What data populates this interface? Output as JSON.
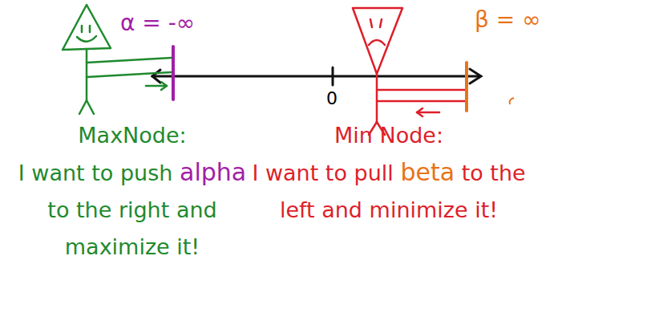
{
  "diagram": {
    "labels": [
      "α = -∞",
      "β = ∞",
      "0",
      "MaxNode:",
      "I want to push",
      "alpha",
      "to the right and maximize it!",
      "Min Node:",
      "I want to pull",
      "beta",
      "to the left and minimize it!"
    ]
  }
}
